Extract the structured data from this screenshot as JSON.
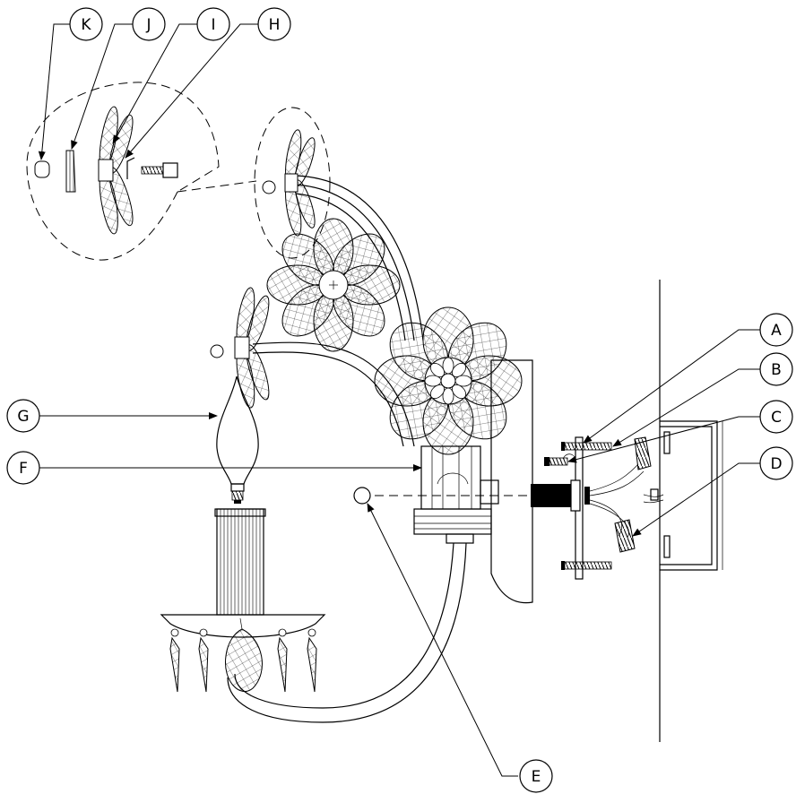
{
  "callouts": [
    {
      "id": "A",
      "label": "A"
    },
    {
      "id": "B",
      "label": "B"
    },
    {
      "id": "C",
      "label": "C"
    },
    {
      "id": "D",
      "label": "D"
    },
    {
      "id": "E",
      "label": "E"
    },
    {
      "id": "F",
      "label": "F"
    },
    {
      "id": "G",
      "label": "G"
    },
    {
      "id": "H",
      "label": "H"
    },
    {
      "id": "I",
      "label": "I"
    },
    {
      "id": "J",
      "label": "J"
    },
    {
      "id": "K",
      "label": "K"
    }
  ]
}
